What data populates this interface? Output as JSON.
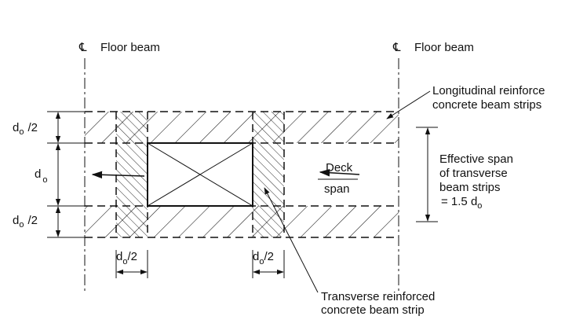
{
  "centerline_symbol": "℄",
  "left_label": "Floor beam",
  "right_label": "Floor beam",
  "longitudinal_label": [
    "Longitudinal reinforce",
    "concrete beam strips"
  ],
  "effective_span_label": [
    "Effective span",
    "of transverse",
    "beam strips"
  ],
  "effective_span_value": {
    "prefix": "= 1.5 d",
    "sub": "o"
  },
  "deck_label": [
    "Deck",
    "span"
  ],
  "transverse_label": [
    "Transverse reinforced",
    "concrete beam strip"
  ],
  "dim_half_top": {
    "main": "d",
    "sub": "o",
    "suffix": "/2"
  },
  "dim_full": {
    "main": "d",
    "sub": "o"
  },
  "dim_half_bottom": {
    "main": "d",
    "sub": "o",
    "suffix": "/2"
  },
  "dim_half_left": {
    "main": "d",
    "sub": "o",
    "suffix": "/2"
  },
  "dim_half_right": {
    "main": "d",
    "sub": "o",
    "suffix": "/2"
  }
}
